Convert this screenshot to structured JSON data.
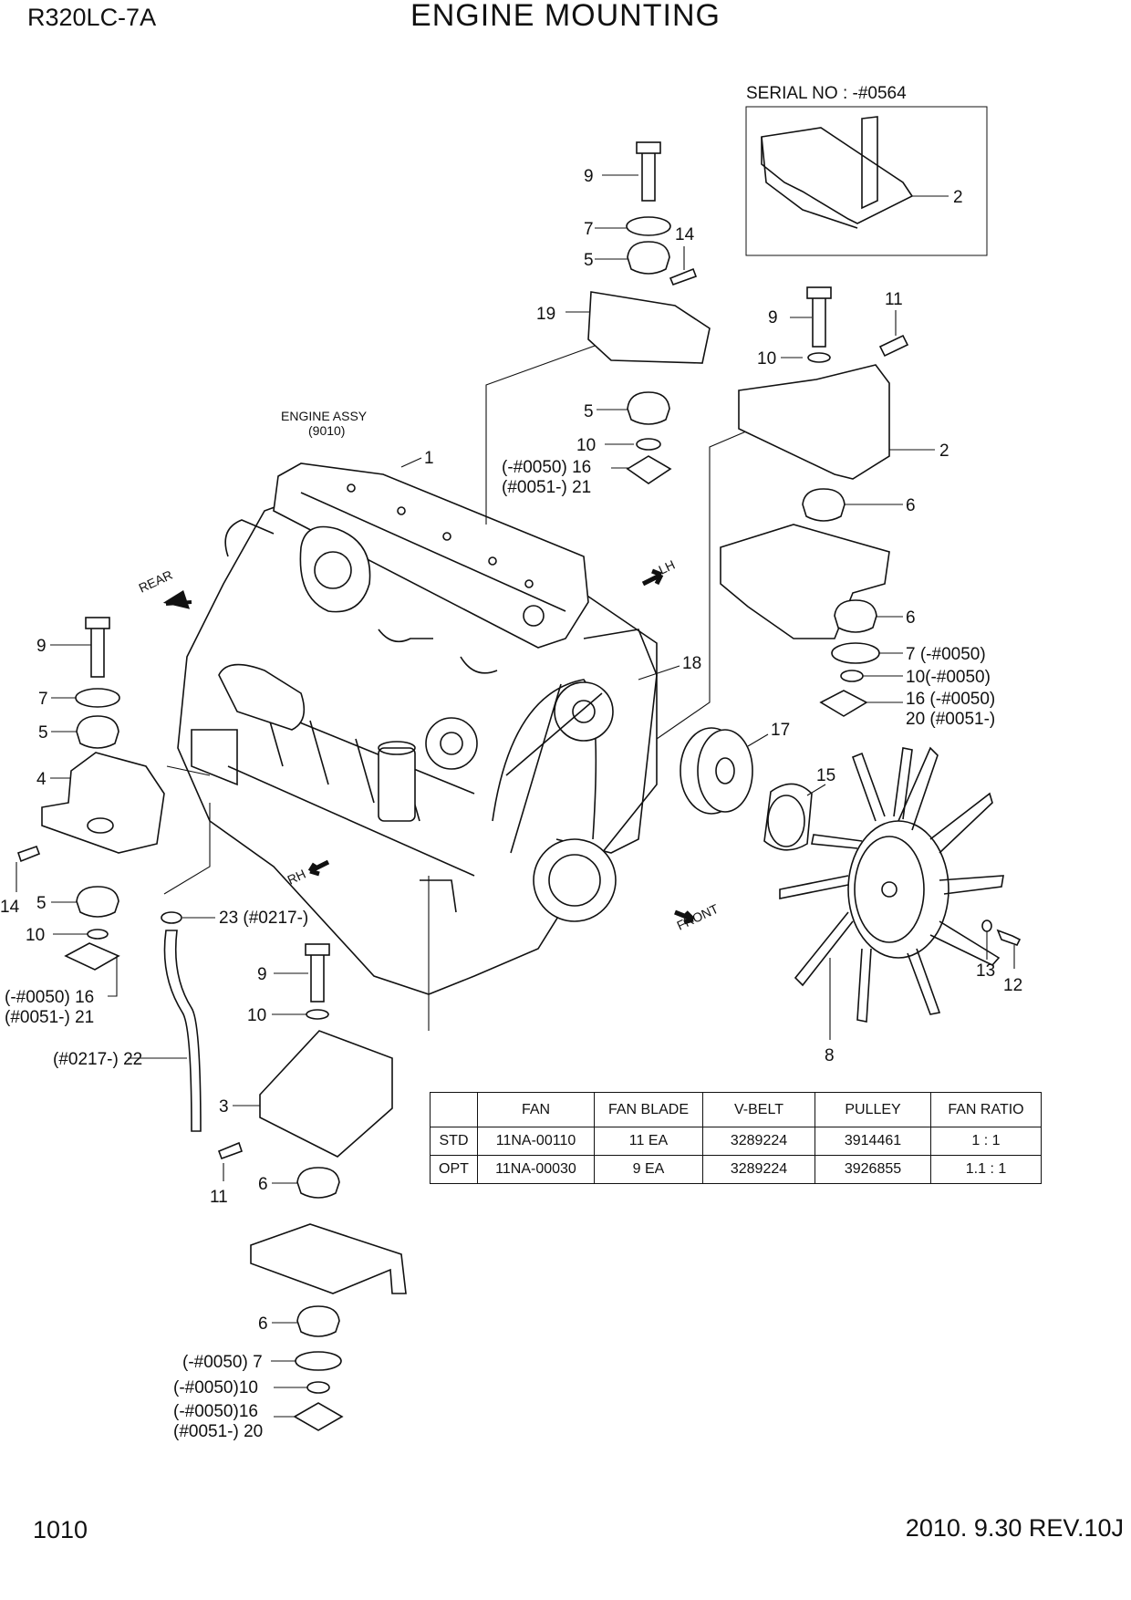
{
  "header": {
    "model": "R320LC-7A",
    "title": "ENGINE MOUNTING"
  },
  "footer": {
    "page_number": "1010",
    "revision": "2010. 9.30  REV.10J"
  },
  "serial_note": "SERIAL NO : -#0564",
  "engine_assy": {
    "line1": "ENGINE ASSY",
    "line2": "(9010)"
  },
  "directions": {
    "rear": "REAR",
    "lh": "LH",
    "rh": "RH",
    "front": "FRONT"
  },
  "callouts": {
    "c1": "1",
    "c2a": "2",
    "c2b": "2",
    "c3": "3",
    "c4": "4",
    "c5a": "5",
    "c5b": "5",
    "c5c": "5",
    "c5d": "5",
    "c6a": "6",
    "c6b": "6",
    "c6c": "6",
    "c6d": "6",
    "c7a": "7",
    "c7b": "7",
    "c7c": "7 (-#0050)",
    "c7d": "(-#0050) 7",
    "c8": "8",
    "c9a": "9",
    "c9b": "9",
    "c9c": "9",
    "c9d": "9",
    "c10a": "10",
    "c10b": "10",
    "c10c": "10",
    "c10d": "10(-#0050)",
    "c10e": "10",
    "c10f": "(-#0050)10",
    "c11a": "11",
    "c11b": "11",
    "c12": "12",
    "c13": "13",
    "c14a": "14",
    "c14b": "14",
    "c15": "15",
    "c16a": "(-#0050) 16",
    "c16b": "16 (-#0050)",
    "c16c": "(-#0050) 16",
    "c16d": "(-#0050)16",
    "c17": "17",
    "c18": "18",
    "c19": "19",
    "c20a": "20 (#0051-)",
    "c20b": "(#0051-) 20",
    "c21a": "(#0051-) 21",
    "c21b": "(#0051-) 21",
    "c22": "(#0217-) 22",
    "c23": "23 (#0217-)"
  },
  "spec_table": {
    "headers": [
      "",
      "FAN",
      "FAN BLADE",
      "V-BELT",
      "PULLEY",
      "FAN RATIO"
    ],
    "rows": [
      [
        "STD",
        "11NA-00110",
        "11 EA",
        "3289224",
        "3914461",
        "1 : 1"
      ],
      [
        "OPT",
        "11NA-00030",
        "9 EA",
        "3289224",
        "3926855",
        "1.1 : 1"
      ]
    ]
  }
}
